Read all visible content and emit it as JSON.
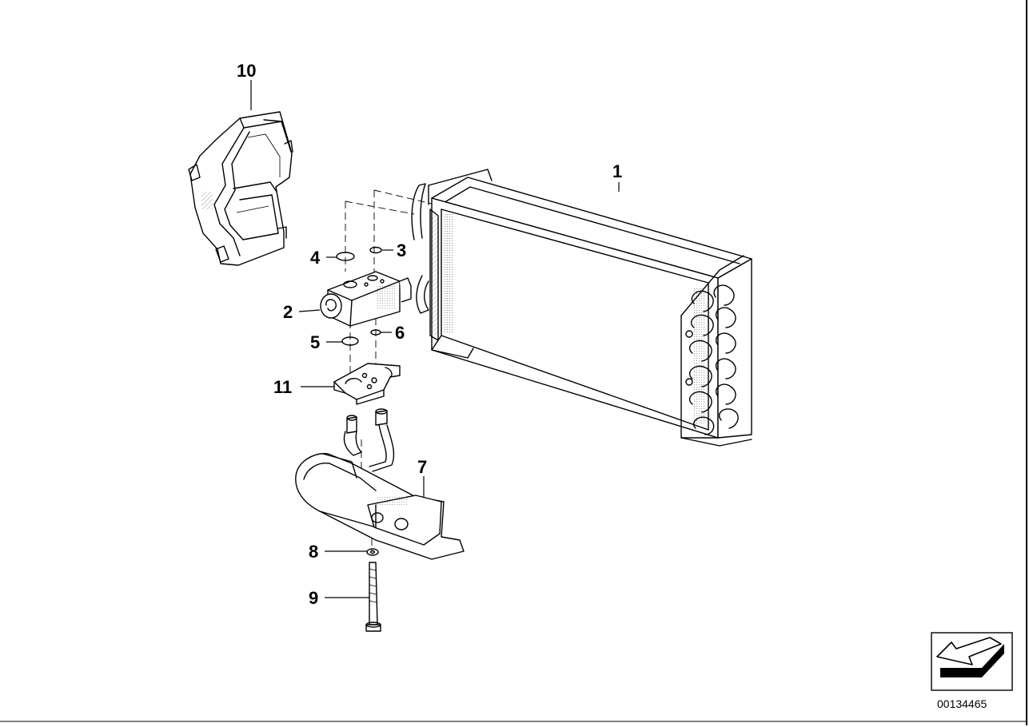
{
  "diagram": {
    "callouts": [
      {
        "id": "1",
        "label": "1"
      },
      {
        "id": "2",
        "label": "2"
      },
      {
        "id": "3",
        "label": "3"
      },
      {
        "id": "4",
        "label": "4"
      },
      {
        "id": "5",
        "label": "5"
      },
      {
        "id": "6",
        "label": "6"
      },
      {
        "id": "7",
        "label": "7"
      },
      {
        "id": "8",
        "label": "8"
      },
      {
        "id": "9",
        "label": "9"
      },
      {
        "id": "10",
        "label": "10"
      },
      {
        "id": "11",
        "label": "11"
      }
    ],
    "document_number": "00134465"
  },
  "icons": {
    "nav_arrow": "arrow-down-left-icon"
  },
  "colors": {
    "line": "#000000",
    "background": "#ffffff"
  }
}
